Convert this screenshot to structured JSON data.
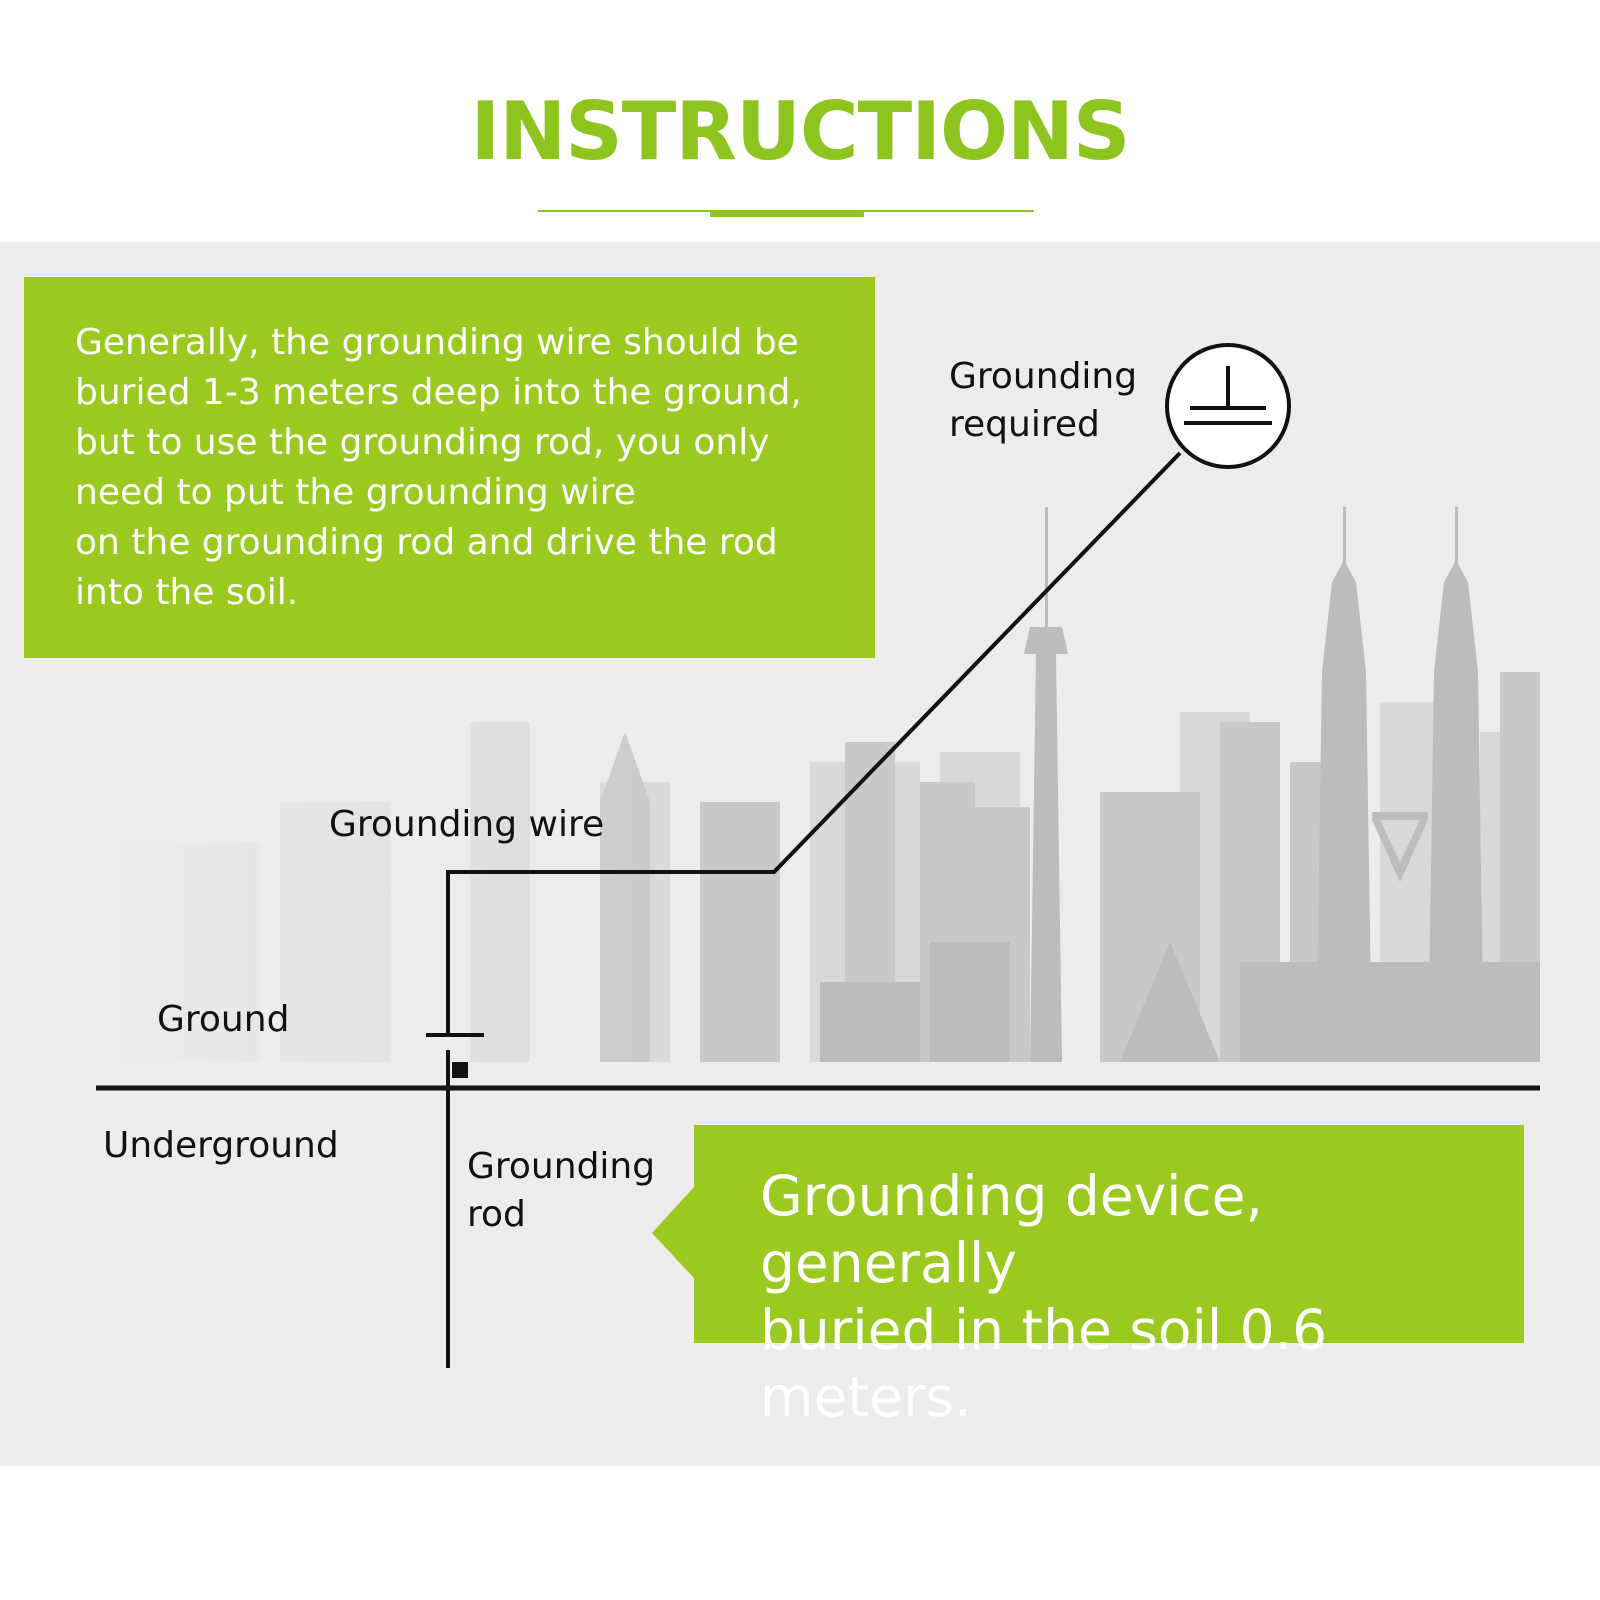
{
  "title": "INSTRUCTIONS",
  "top_note": "Generally, the grounding wire should be\nburied 1-3 meters deep into the ground,\nbut to use the grounding rod, you only\nneed to put the grounding wire\non the grounding rod and drive the rod\ninto the soil.",
  "bottom_note": "Grounding device, generally\nburied in the soil 0.6 meters.",
  "labels": {
    "grounding_required": "Grounding\nrequired",
    "grounding_wire": "Grounding wire",
    "ground": "Ground",
    "underground": "Underground",
    "grounding_rod": "Grounding\nrod"
  },
  "icons": {
    "ground_symbol": "ground-symbol-icon"
  },
  "colors": {
    "accent_green": "#9ac91f",
    "title_green": "#8ec41e",
    "panel_gray": "#ececec",
    "line_black": "#111111"
  }
}
